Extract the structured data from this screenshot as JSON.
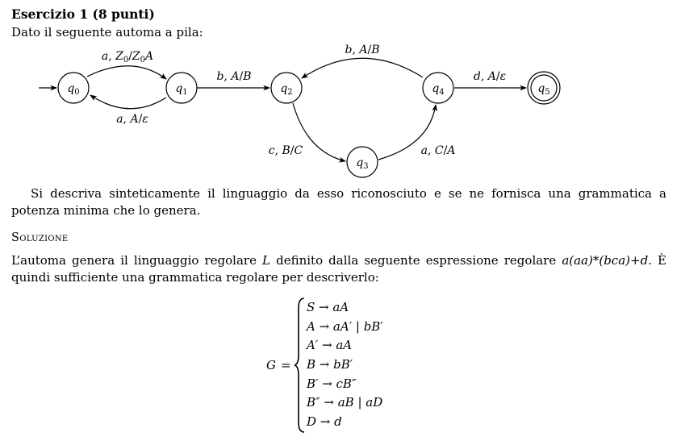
{
  "exercise": {
    "heading": "Esercizio 1 (8 punti)",
    "intro": "Dato il seguente automa a pila:"
  },
  "automaton": {
    "states": [
      {
        "id": "q0",
        "label": "q0",
        "initial": true,
        "final": false
      },
      {
        "id": "q1",
        "label": "q1",
        "initial": false,
        "final": false
      },
      {
        "id": "q2",
        "label": "q2",
        "initial": false,
        "final": false
      },
      {
        "id": "q3",
        "label": "q3",
        "initial": false,
        "final": false
      },
      {
        "id": "q4",
        "label": "q4",
        "initial": false,
        "final": false
      },
      {
        "id": "q5",
        "label": "q5",
        "initial": false,
        "final": true
      }
    ],
    "transitions": [
      {
        "from": "q0",
        "to": "q1",
        "label": "a, Z0/Z0A"
      },
      {
        "from": "q1",
        "to": "q0",
        "label": "a, A/ε"
      },
      {
        "from": "q1",
        "to": "q2",
        "label": "b, A/B"
      },
      {
        "from": "q4",
        "to": "q2",
        "label": "b, A/B"
      },
      {
        "from": "q2",
        "to": "q3",
        "label": "c, B/C"
      },
      {
        "from": "q3",
        "to": "q4",
        "label": "a, C/A"
      },
      {
        "from": "q4",
        "to": "q5",
        "label": "d, A/ε"
      }
    ]
  },
  "question": "Si descriva sinteticamente il linguaggio da esso riconosciuto e se ne fornisca una grammatica a potenza minima che lo genera.",
  "solution": {
    "label": "Soluzione",
    "text_before": "L’automa genera il linguaggio regolare ",
    "language": "L",
    "text_middle": " definito dalla seguente espressione regolare ",
    "regex": "a(aa)*(bca)+d",
    "text_after": ". È quindi sufficiente una grammatica regolare per descriverlo:"
  },
  "grammar": {
    "name": "G",
    "equals": "=",
    "rules": [
      "S → aA",
      "A → aA′ | bB′",
      "A′ → aA",
      "B → bB′",
      "B′ → cB″",
      "B″ → aB | aD",
      "D → d"
    ]
  }
}
